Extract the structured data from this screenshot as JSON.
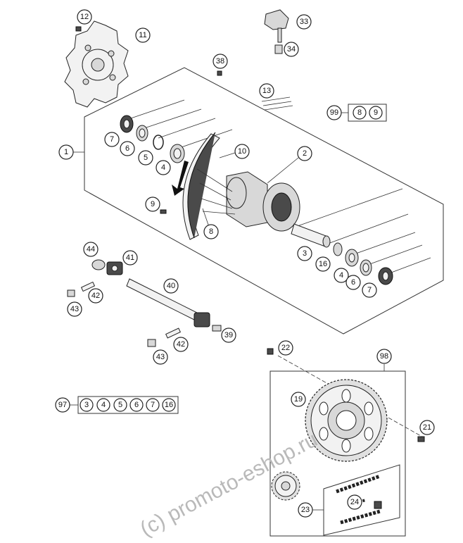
{
  "diagram": {
    "watermark": "(c) promoto-eshop.ru",
    "callouts": {
      "c1": "1",
      "c2": "2",
      "c3": "3",
      "c4a": "4",
      "c4b": "4",
      "c5": "5",
      "c6a": "6",
      "c6b": "6",
      "c7a": "7",
      "c7b": "7",
      "c8": "8",
      "c9": "9",
      "c10": "10",
      "c11": "11",
      "c12": "12",
      "c13": "13",
      "c16": "16",
      "c19": "19",
      "c21": "21",
      "c22": "22",
      "c23": "23",
      "c24": "24",
      "c33": "33",
      "c34": "34",
      "c38": "38",
      "c39": "39",
      "c40": "40",
      "c41": "41",
      "c42a": "42",
      "c42b": "42",
      "c43a": "43",
      "c43b": "43",
      "c44": "44",
      "c98": "98"
    },
    "kit_99": {
      "label": "99",
      "items": [
        "8",
        "9"
      ]
    },
    "kit_97": {
      "label": "97",
      "items": [
        "3",
        "4",
        "5",
        "6",
        "7",
        "16"
      ]
    }
  }
}
